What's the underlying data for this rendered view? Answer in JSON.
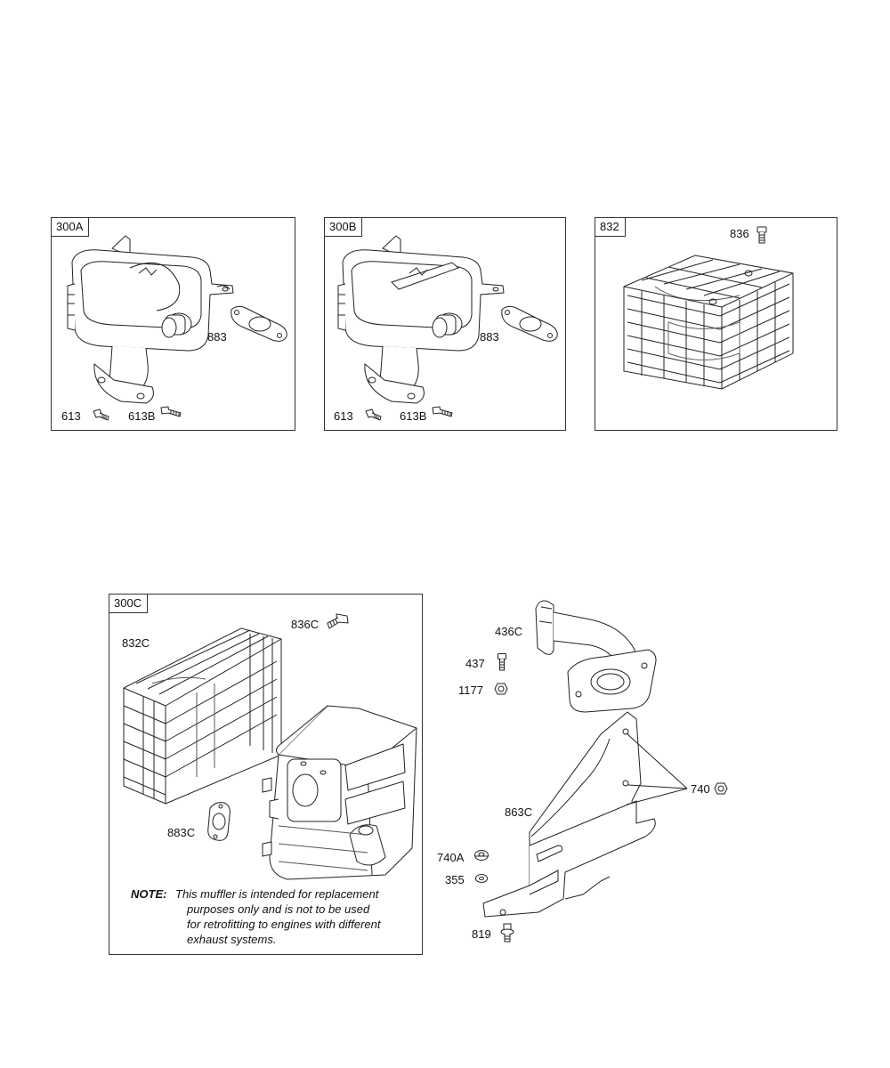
{
  "panels": {
    "p300a": {
      "tag": "300A",
      "labels": {
        "gasket": "883",
        "bolt": "613",
        "screw": "613B"
      }
    },
    "p300b": {
      "tag": "300B",
      "labels": {
        "gasket": "883",
        "bolt": "613",
        "screw": "613B"
      }
    },
    "p832": {
      "tag": "832",
      "labels": {
        "screw": "836"
      }
    },
    "p300c": {
      "tag": "300C",
      "labels": {
        "guard": "832C",
        "screw": "836C",
        "gasket": "883C"
      },
      "note": {
        "prefix": "NOTE:",
        "line1": "This muffler is intended for replacement",
        "line2": "purposes only and is not to be used",
        "line3": "for retrofitting to engines with different",
        "line4": "exhaust systems."
      }
    }
  },
  "loose_parts": {
    "elbow": "436C",
    "bolt": "437",
    "nut_small": "1177",
    "bracket": "863C",
    "nut": "740",
    "nut_a": "740A",
    "washer": "355",
    "bolt_flange": "819"
  },
  "icons": [
    "muffler-icon",
    "gasket-icon",
    "bolt-icon",
    "screw-icon",
    "wire-guard-icon",
    "exhaust-elbow-icon",
    "bracket-icon",
    "nut-icon",
    "washer-icon"
  ]
}
